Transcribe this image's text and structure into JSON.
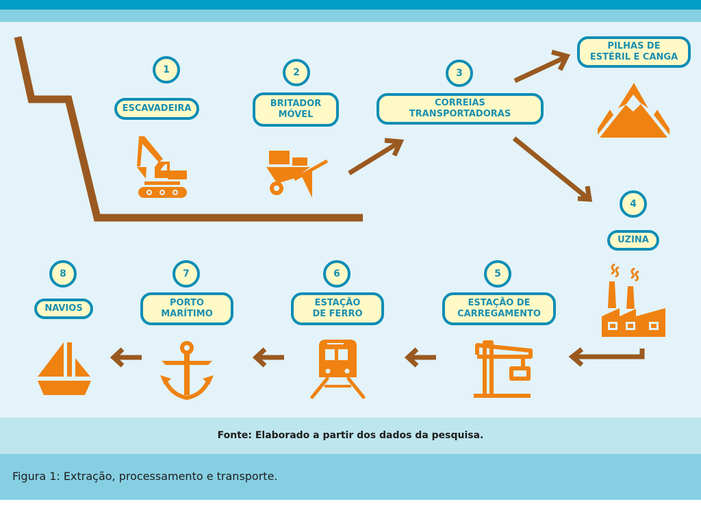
{
  "colors": {
    "icon_orange": "#ef8211",
    "arrow_brown": "#9a5920",
    "label_border": "#0e8db5",
    "label_fill": "#fff9c6",
    "label_text": "#1a8fb0",
    "canvas_bg": "#e3f3f9"
  },
  "steps": [
    {
      "number": "1",
      "label": "ESCAVADEIRA",
      "icon": "excavator-icon"
    },
    {
      "number": "2",
      "label": "BRITADOR\nMÓVEL",
      "icon": "wheelbarrow-icon"
    },
    {
      "number": "3",
      "label": "CORREIAS\nTRANSPORTADORAS",
      "icon": "none"
    },
    {
      "number": "4",
      "label": "UZINA",
      "icon": "factory-icon"
    },
    {
      "number": "5",
      "label": "ESTAÇÃO DE\nCARREGAMENTO",
      "icon": "crane-icon"
    },
    {
      "number": "6",
      "label": "ESTAÇÃO\nDE FERRO",
      "icon": "train-icon"
    },
    {
      "number": "7",
      "label": "PORTO\nMARÍTIMO",
      "icon": "anchor-icon"
    },
    {
      "number": "8",
      "label": "NAVIOS",
      "icon": "sailboat-icon"
    }
  ],
  "side_branch": {
    "label": "PILHAS DE\nESTÉRIL E CANGA",
    "icon": "mountain-icon"
  },
  "source": "Fonte: Elaborado a partir dos dados da pesquisa.",
  "caption": "Figura 1: Extração, processamento e transporte."
}
